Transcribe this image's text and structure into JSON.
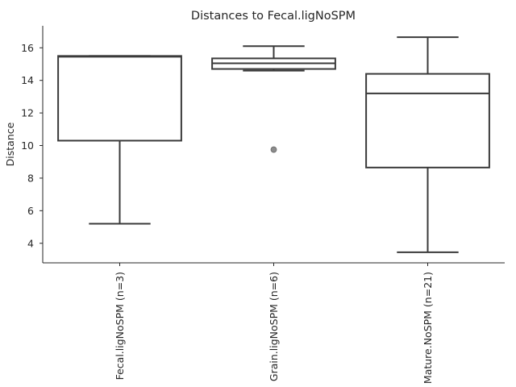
{
  "chart_data": {
    "type": "box",
    "title": "Distances to Fecal.ligNoSPM",
    "xlabel": "",
    "ylabel": "Distance",
    "ylim": [
      2.8,
      17.35
    ],
    "yticks": [
      4,
      6,
      8,
      10,
      12,
      14,
      16
    ],
    "grid": false,
    "categories": [
      "Fecal.ligNoSPM (n=3)",
      "Grain.ligNoSPM (n=6)",
      "Mature.NoSPM (n=21)"
    ],
    "boxes": [
      {
        "whisker_low": 5.2,
        "q1": 10.3,
        "median": 15.45,
        "q3": 15.5,
        "whisker_high": 15.5,
        "outliers": []
      },
      {
        "whisker_low": 14.6,
        "q1": 14.7,
        "median": 15.05,
        "q3": 15.35,
        "whisker_high": 16.1,
        "outliers": [
          9.75
        ]
      },
      {
        "whisker_low": 3.45,
        "q1": 8.65,
        "median": 13.2,
        "q3": 14.4,
        "whisker_high": 16.65,
        "outliers": []
      }
    ],
    "colors": {
      "box_line": "#3a3a3a",
      "box_fill": "#ffffff",
      "outlier": "#8c8c8c",
      "axis": "#262626"
    }
  }
}
